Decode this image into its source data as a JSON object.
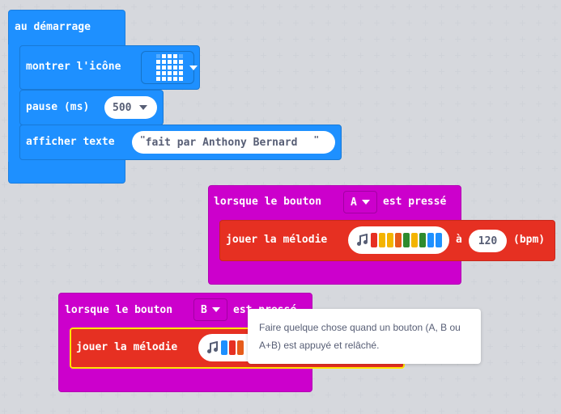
{
  "on_start": {
    "header": "au démarrage",
    "show_icon_label": "montrer l'icône",
    "pause_label": "pause (ms)",
    "pause_value": "500",
    "show_text_label": "afficher  texte",
    "text_value": "fait par Anthony Bernard",
    "icon_grid": [
      [
        0,
        1,
        1,
        1,
        0
      ],
      [
        1,
        1,
        1,
        1,
        1
      ],
      [
        1,
        1,
        1,
        1,
        1
      ],
      [
        1,
        1,
        1,
        1,
        1
      ],
      [
        1,
        1,
        1,
        1,
        1
      ]
    ]
  },
  "button_a": {
    "header_prefix": "lorsque le bouton",
    "button_value": "A",
    "header_suffix": "est pressé",
    "play_label": "jouer la mélodie",
    "at_label": "à",
    "tempo": "120",
    "tempo_unit": "(bpm)",
    "melody_colors": [
      "#e63022",
      "#f4b400",
      "#f4b400",
      "#e65c1a",
      "#2e8b2e",
      "#f4b400",
      "#2e8b2e",
      "#1e90ff",
      "#1e90ff"
    ]
  },
  "button_b": {
    "header_prefix": "lorsque le bouton",
    "button_value": "B",
    "header_suffix": "est pressé",
    "play_label": "jouer la mélodie",
    "melody_colors": [
      "#1e90ff",
      "#e63022",
      "#e65c1a"
    ]
  },
  "tooltip": {
    "text": "Faire quelque chose quand un bouton (A, B ou A+B) est appuyé et relâché."
  },
  "colors": {
    "basic": "#1e90ff",
    "input": "#cc00cc",
    "music": "#e63022"
  }
}
